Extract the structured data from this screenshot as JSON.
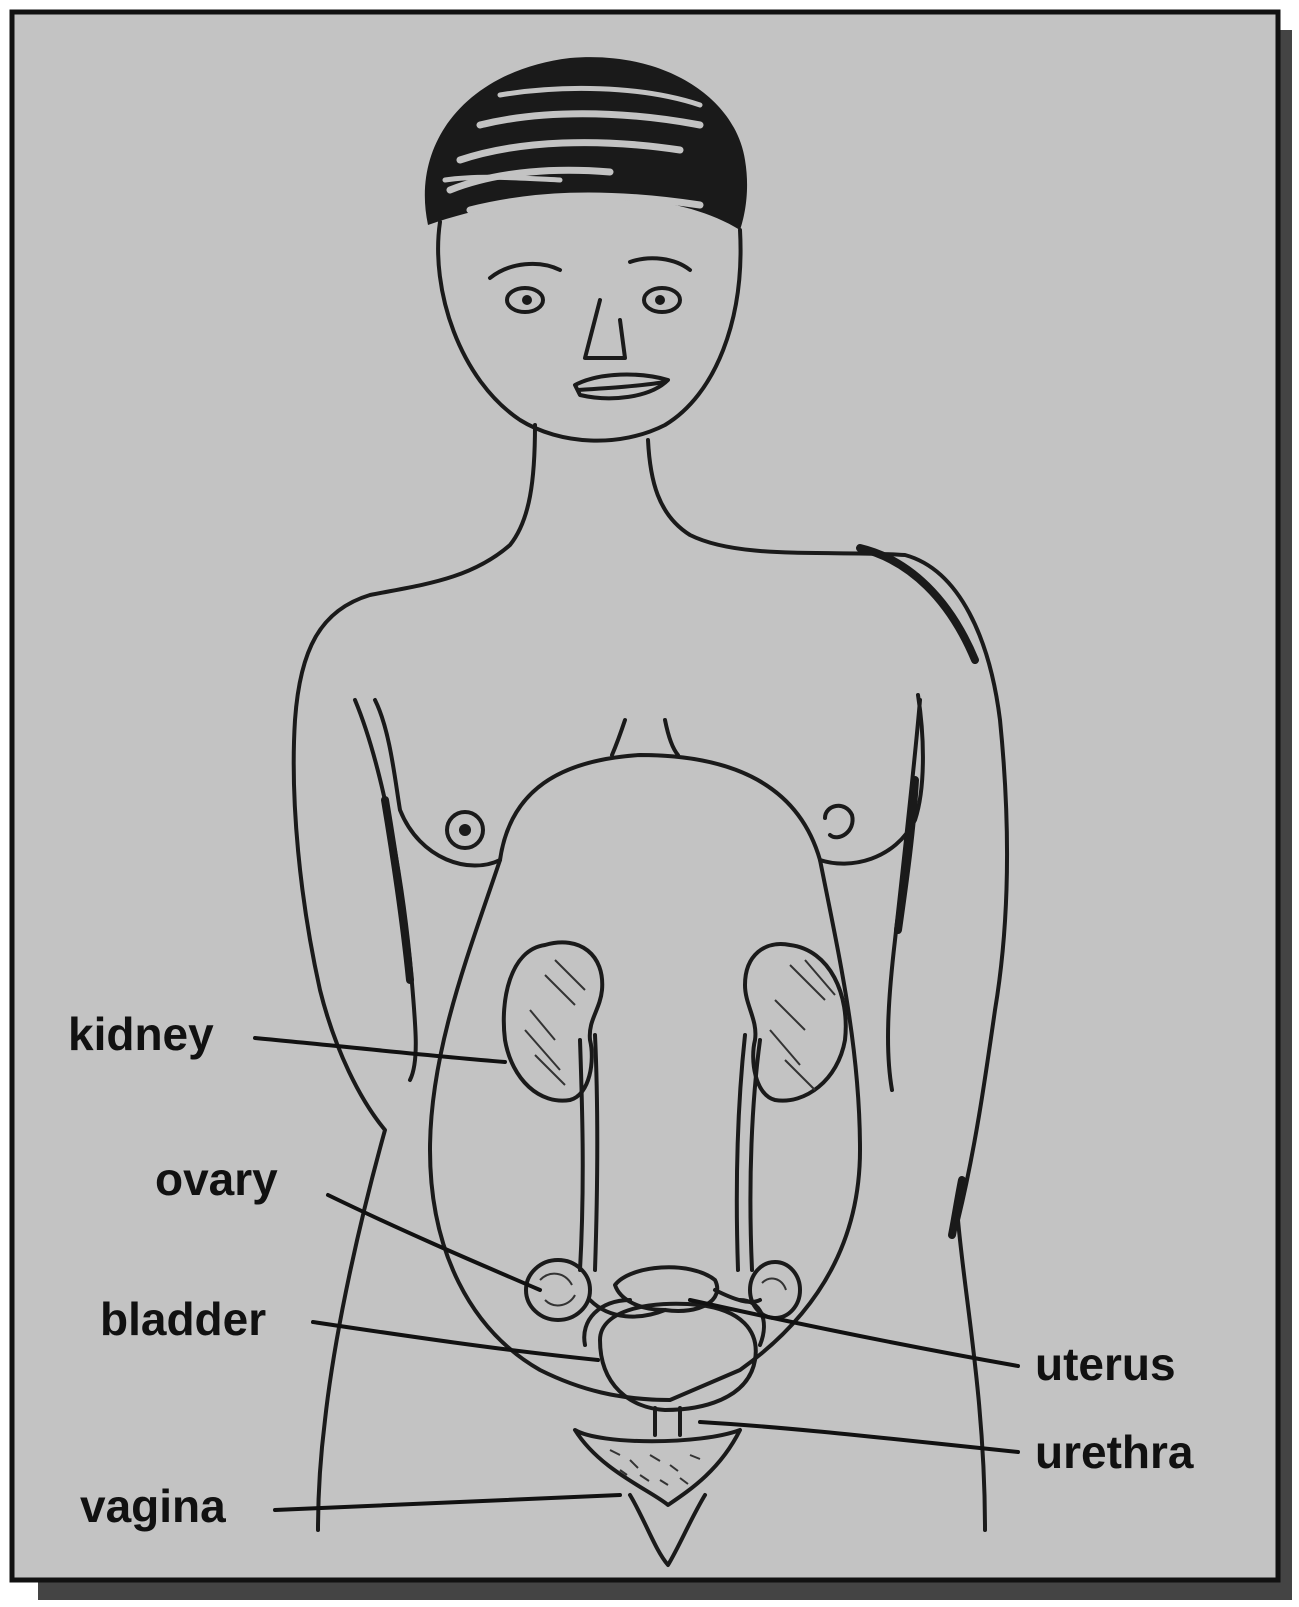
{
  "labels": {
    "kidney": "kidney",
    "ovary": "ovary",
    "bladder": "bladder",
    "vagina": "vagina",
    "uterus": "uterus",
    "urethra": "urethra"
  },
  "colors": {
    "background": "#c3c3c3",
    "ink": "#1a1a1a",
    "shadow": "#444444"
  }
}
